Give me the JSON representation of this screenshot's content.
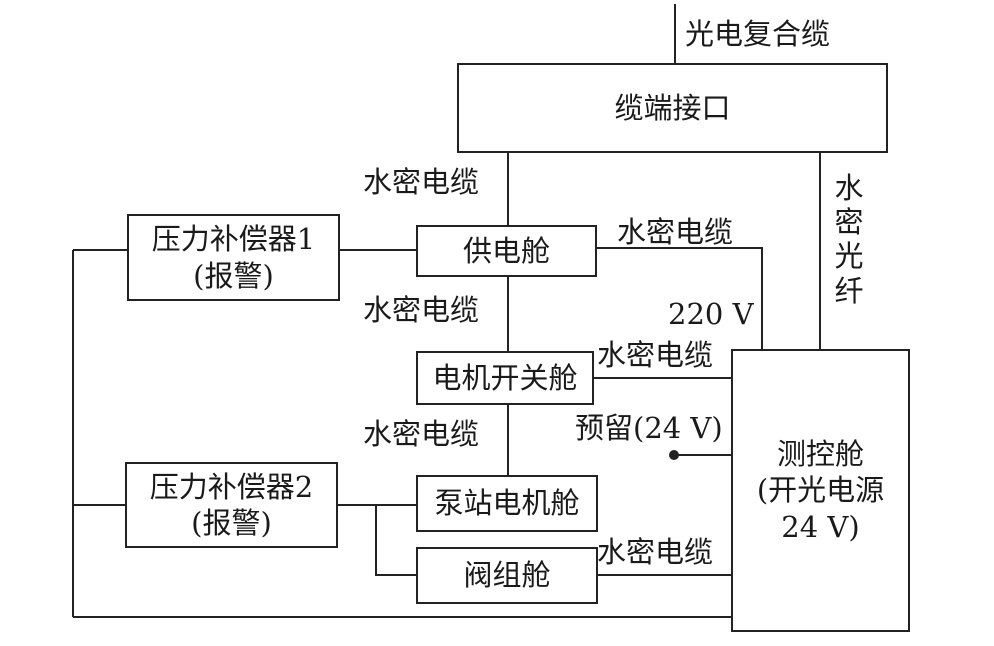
{
  "external": {
    "composite_cable": "光电复合缆"
  },
  "boxes": {
    "cable_interface": "缆端接口",
    "power_cabin": "供电舱",
    "motor_switch_cabin": "电机开关舱",
    "pump_motor_cabin": "泵站电机舱",
    "valve_cabin": "阀组舱",
    "compensator1": {
      "line1": "压力补偿器1",
      "line2": "(报警)"
    },
    "compensator2": {
      "line1": "压力补偿器2",
      "line2": "(报警)"
    },
    "control_cabin": {
      "line1": "测控舱",
      "line2": "(开光电源",
      "line3": "24 V)"
    }
  },
  "labels": {
    "cable_iface_to_power": "水密电缆",
    "power_to_control": "水密电缆",
    "power_to_motor_switch": "水密电缆",
    "motor_switch_to_control": "水密电缆",
    "motor_switch_to_pump": "水密电缆",
    "valve_to_control": "水密电缆",
    "voltage": "220 V",
    "reserved": "预留(24 V)",
    "fiber_chars": [
      "水",
      "密",
      "光",
      "纤"
    ]
  }
}
